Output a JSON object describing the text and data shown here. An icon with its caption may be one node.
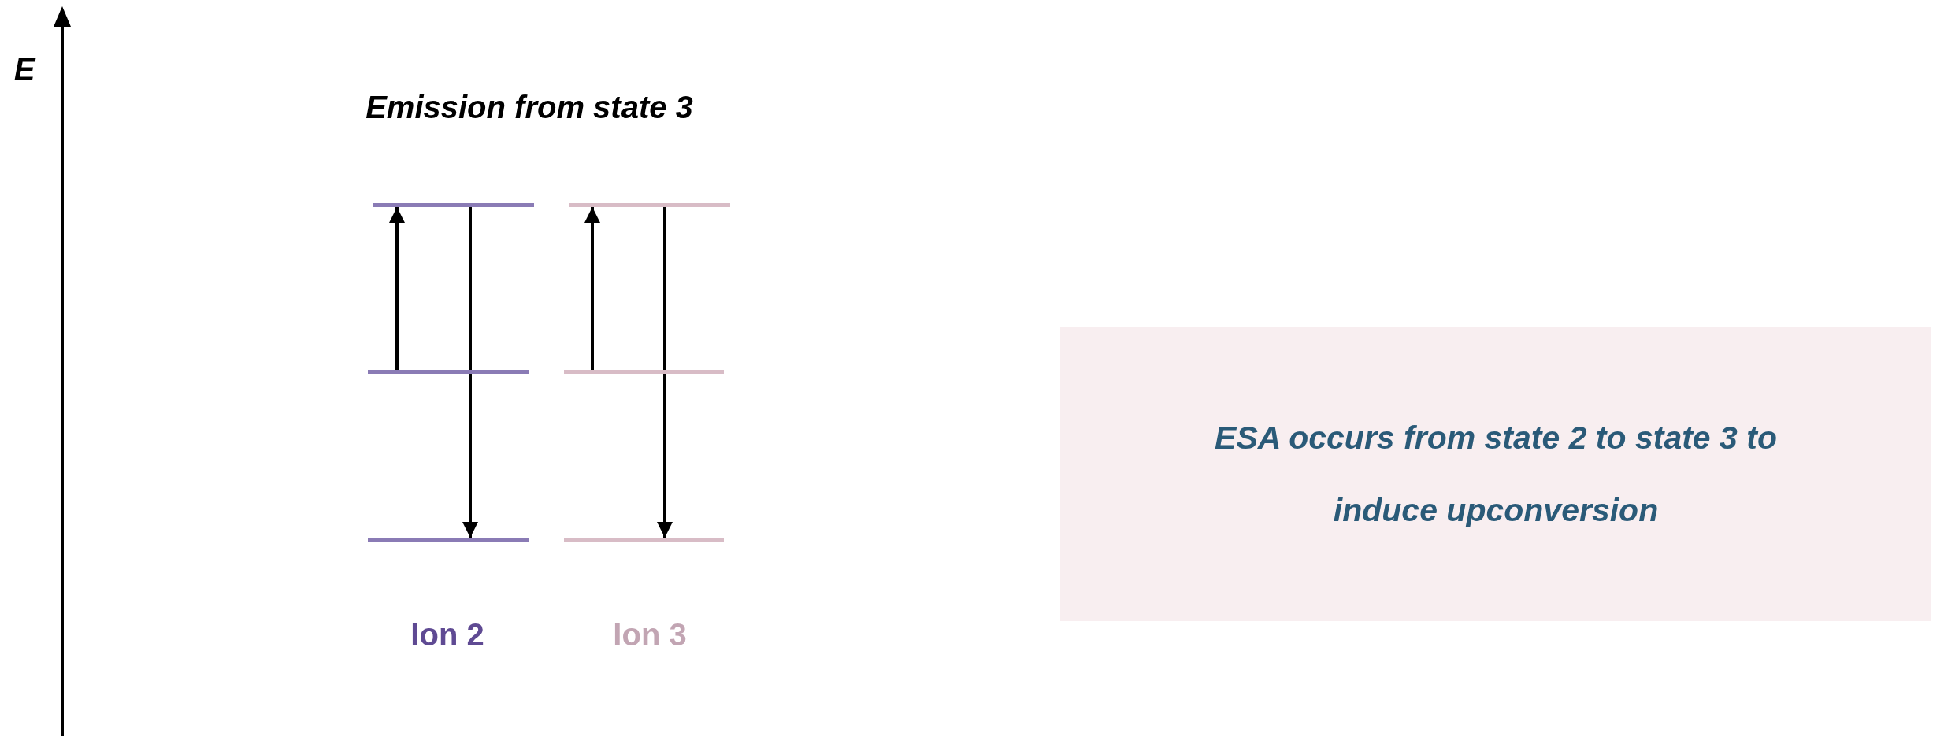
{
  "diagram": {
    "title": "Emission from state 3",
    "nodes": [
      {
        "text": [],
        "shape": "bar"
      },
      {
        "text": [],
        "shape": "bar"
      },
      {
        "text": [],
        "shape": "bar"
      },
      {
        "text": [],
        "shape": "bar"
      },
      {
        "text": [],
        "shape": "bar"
      },
      {
        "text": [],
        "shape": "bar"
      },
      {
        "text": [
          "ESA occurs from state 2 to state 3 to induce upconversion"
        ]
      }
    ],
    "edges": [
      {
        "from": 2,
        "to": 0,
        "arrow": "to"
      },
      {
        "from": 0,
        "to": 4,
        "arrow": "to"
      },
      {
        "from": 3,
        "to": 1,
        "arrow": "to"
      },
      {
        "from": 1,
        "to": 5,
        "arrow": "to"
      }
    ],
    "labels": [
      "E",
      "Ion 2",
      "Ion 3"
    ]
  }
}
